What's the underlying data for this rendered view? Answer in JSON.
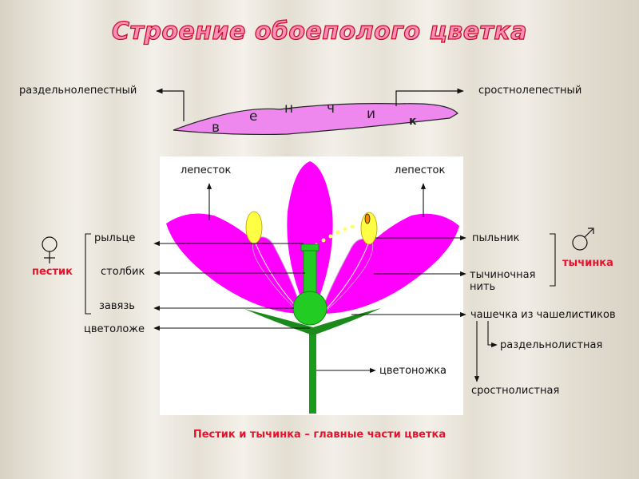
{
  "title": "Строение обоеполого цветка",
  "corolla": {
    "left_label": "раздельнолепестный",
    "right_label": "сростнолепестный",
    "letters": [
      "в",
      "е",
      "н",
      "ч",
      "и",
      "к"
    ]
  },
  "labels": {
    "petal_left": "лепесток",
    "petal_right": "лепесток",
    "stigma": "рыльце",
    "style": "столбик",
    "ovary": "завязь",
    "receptacle": "цветоложе",
    "pistil": "пестик",
    "anther": "пыльник",
    "filament": "тычиночная\nнить",
    "stamen": "тычинка",
    "calyx": "чашечка из чашелистиков",
    "calyx_separate": "раздельнолистная",
    "calyx_fused": "сростнолистная",
    "peduncle": "цветоножка"
  },
  "caption": "Пестик и тычинка – главные части цветка",
  "colors": {
    "petal": "#ff00ff",
    "stem": "#1a9a1a",
    "pistil": "#22cc22",
    "anther": "#ffff44",
    "title_fill": "#ff8fb6",
    "title_stroke": "#c8102e",
    "accent_red": "#e8122d"
  },
  "symbols": {
    "female": "female-symbol",
    "male": "male-symbol"
  }
}
